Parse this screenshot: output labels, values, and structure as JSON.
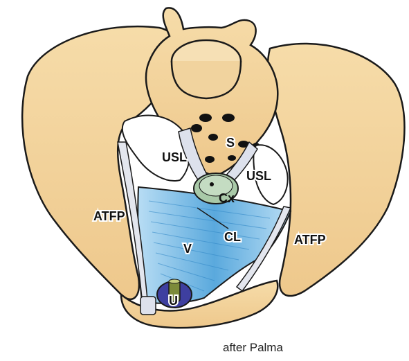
{
  "labels": {
    "sacrum": "S",
    "usl_left": "USL",
    "usl_right": "USL",
    "cervix": "Cx",
    "atfp_left": "ATFP",
    "atfp_right": "ATFP",
    "cardinal": "CL",
    "vagina": "V",
    "urethra": "U"
  },
  "credit": "after Palma",
  "colors": {
    "bone": "#F3D49E",
    "bone_dark": "#E8BC7C",
    "outline": "#1a1a1a",
    "vagina": "#8EC6EA",
    "vagina_mid": "#4A9FD8",
    "ligament": "#D9DDE8",
    "cervix": "#A9C9A8",
    "urethra": "#3E3FA0",
    "urethra_tube": "#7C8B3A"
  }
}
